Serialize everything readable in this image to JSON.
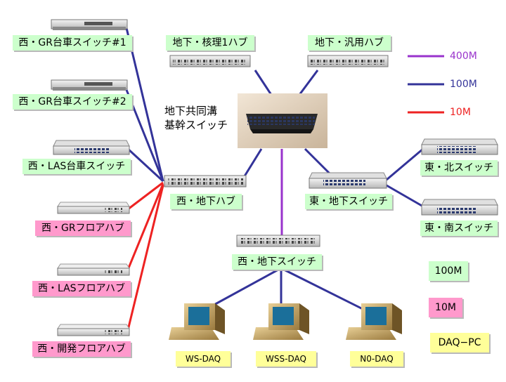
{
  "colors": {
    "line_400m": "#9933cc",
    "line_100m": "#333399",
    "line_10m": "#ee2222",
    "box_100m": "#ccffcc",
    "box_10m": "#ff99cc",
    "box_daq": "#ffff99"
  },
  "core": {
    "label": "地下共同溝\n基幹スイッチ",
    "icon": "core-switch-photo"
  },
  "nodes": {
    "west_gr1": "西・GR台車スイッチ#1",
    "west_gr2": "西・GR台車スイッチ#2",
    "west_las": "西・LAS台車スイッチ",
    "west_gr_floor": "西・GRフロアハブ",
    "west_las_floor": "西・LASフロアハブ",
    "west_dev_floor": "西・開発フロアハブ",
    "ug_nuclear": "地下・核理1ハブ",
    "ug_general": "地下・汎用ハブ",
    "west_ug_hub": "西・地下ハブ",
    "east_ug_switch": "東・地下スイッチ",
    "east_north": "東・北スイッチ",
    "east_south": "東・南スイッチ",
    "west_ug_switch": "西・地下スイッチ"
  },
  "daq": [
    "WS-DAQ",
    "WSS-DAQ",
    "N0-DAQ"
  ],
  "legend": {
    "lines": [
      {
        "label": "400M",
        "color": "#9933cc"
      },
      {
        "label": "100M",
        "color": "#333399"
      },
      {
        "label": "10M",
        "color": "#ee2222"
      }
    ],
    "boxes": [
      {
        "label": "100M",
        "color": "#ccffcc"
      },
      {
        "label": "10M",
        "color": "#ff99cc"
      },
      {
        "label": "DAQ−PC",
        "color": "#ffff99"
      }
    ]
  }
}
